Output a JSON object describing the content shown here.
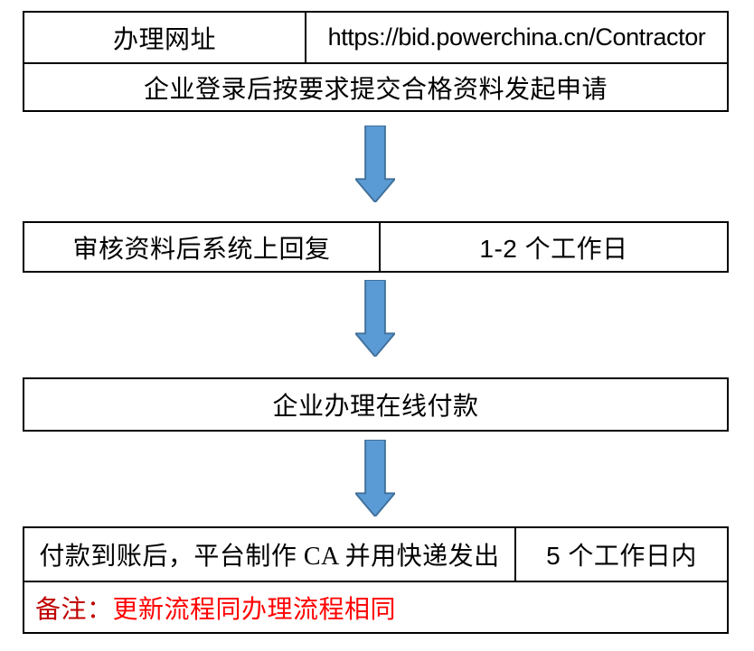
{
  "colors": {
    "background": "#ffffff",
    "table_border": "#000000",
    "arrow_fill": "#5B9BD5",
    "arrow_stroke": "#41719C",
    "note_label_color": "#C00000",
    "note_text_color": "#FF0000"
  },
  "flow": {
    "step1": {
      "label_cell": "办理网址",
      "url_cell": "https://bid.powerchina.cn/Contractor",
      "action_cell": "企业登录后按要求提交合格资料发起申请"
    },
    "step2": {
      "action_cell": "审核资料后系统上回复",
      "duration_cell": "1-2 个工作日"
    },
    "step3": {
      "action_cell": "企业办理在线付款"
    },
    "step4": {
      "action_cell": "付款到账后，平台制作 CA 并用快递发出",
      "duration_cell": "5 个工作日内"
    },
    "note": {
      "label": "备注：",
      "text": "更新流程同办理流程相同"
    }
  }
}
